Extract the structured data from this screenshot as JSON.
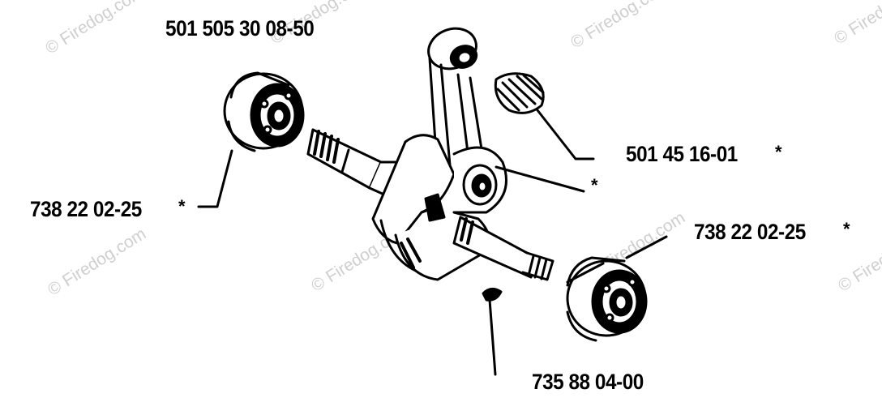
{
  "watermark": "© Firedog.com",
  "parts": {
    "crankshaft": "501 505 30 08-50",
    "needle_bearing": "501 45 16-01",
    "bearing_left": "738 22 02-25",
    "bearing_right": "738 22 02-25",
    "key": "735 88 04-00"
  },
  "asterisk": "*"
}
